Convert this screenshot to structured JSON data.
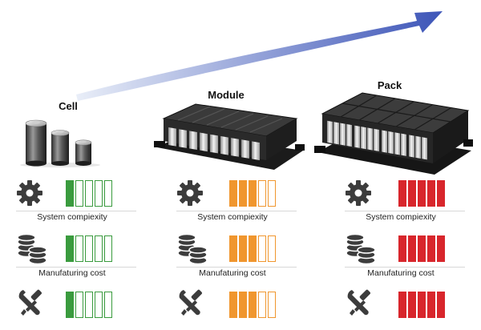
{
  "columns": [
    {
      "id": "cell",
      "title": "Cell",
      "rows": [
        {
          "metric": "System compiexity",
          "icon": "gear-icon",
          "level": 1,
          "total": 5,
          "color": "#3a9b3e"
        },
        {
          "metric": "Manufaturing cost",
          "icon": "database-coins-icon",
          "level": 1,
          "total": 5,
          "color": "#3a9b3e"
        },
        {
          "metric": "",
          "icon": "wrench-screwdriver-icon",
          "level": 1,
          "total": 5,
          "color": "#3a9b3e"
        }
      ]
    },
    {
      "id": "module",
      "title": "Module",
      "rows": [
        {
          "metric": "System compiexity",
          "icon": "gear-icon",
          "level": 3,
          "total": 5,
          "color": "#f0962e"
        },
        {
          "metric": "Manufaturing cost",
          "icon": "database-coins-icon",
          "level": 3,
          "total": 5,
          "color": "#f0962e"
        },
        {
          "metric": "",
          "icon": "wrench-screwdriver-icon",
          "level": 3,
          "total": 5,
          "color": "#f0962e"
        }
      ]
    },
    {
      "id": "pack",
      "title": "Pack",
      "rows": [
        {
          "metric": "System compiexity",
          "icon": "gear-icon",
          "level": 5,
          "total": 5,
          "color": "#d8262c"
        },
        {
          "metric": "Manufaturing cost",
          "icon": "database-coins-icon",
          "level": 5,
          "total": 5,
          "color": "#d8262c"
        },
        {
          "metric": "",
          "icon": "wrench-screwdriver-icon",
          "level": 5,
          "total": 5,
          "color": "#d8262c"
        }
      ]
    }
  ],
  "colors": {
    "arrow_start": "#e9eef8",
    "arrow_end": "#3d55b8",
    "icon_gray": "#3c3c3c"
  }
}
